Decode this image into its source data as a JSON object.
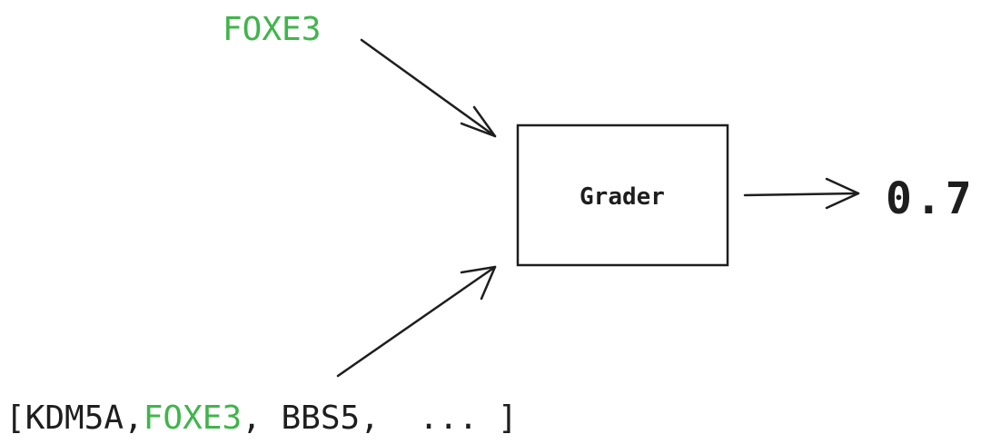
{
  "colors": {
    "ink": "#1e1e1e",
    "highlight": "#3fb54a",
    "box_fill": "#ffffff"
  },
  "query_gene": "FOXE3",
  "grader": {
    "label": "Grader"
  },
  "output": {
    "score": "0.7"
  },
  "candidate_list": {
    "open_bracket": "[",
    "items": [
      {
        "text": "KDM5A",
        "highlighted": false,
        "sep": ","
      },
      {
        "text": "FOXE3",
        "highlighted": true,
        "sep": ", "
      },
      {
        "text": "BBS5",
        "highlighted": false,
        "sep": ",  "
      },
      {
        "text": "...",
        "highlighted": false,
        "sep": " "
      }
    ],
    "close_bracket": "]"
  }
}
